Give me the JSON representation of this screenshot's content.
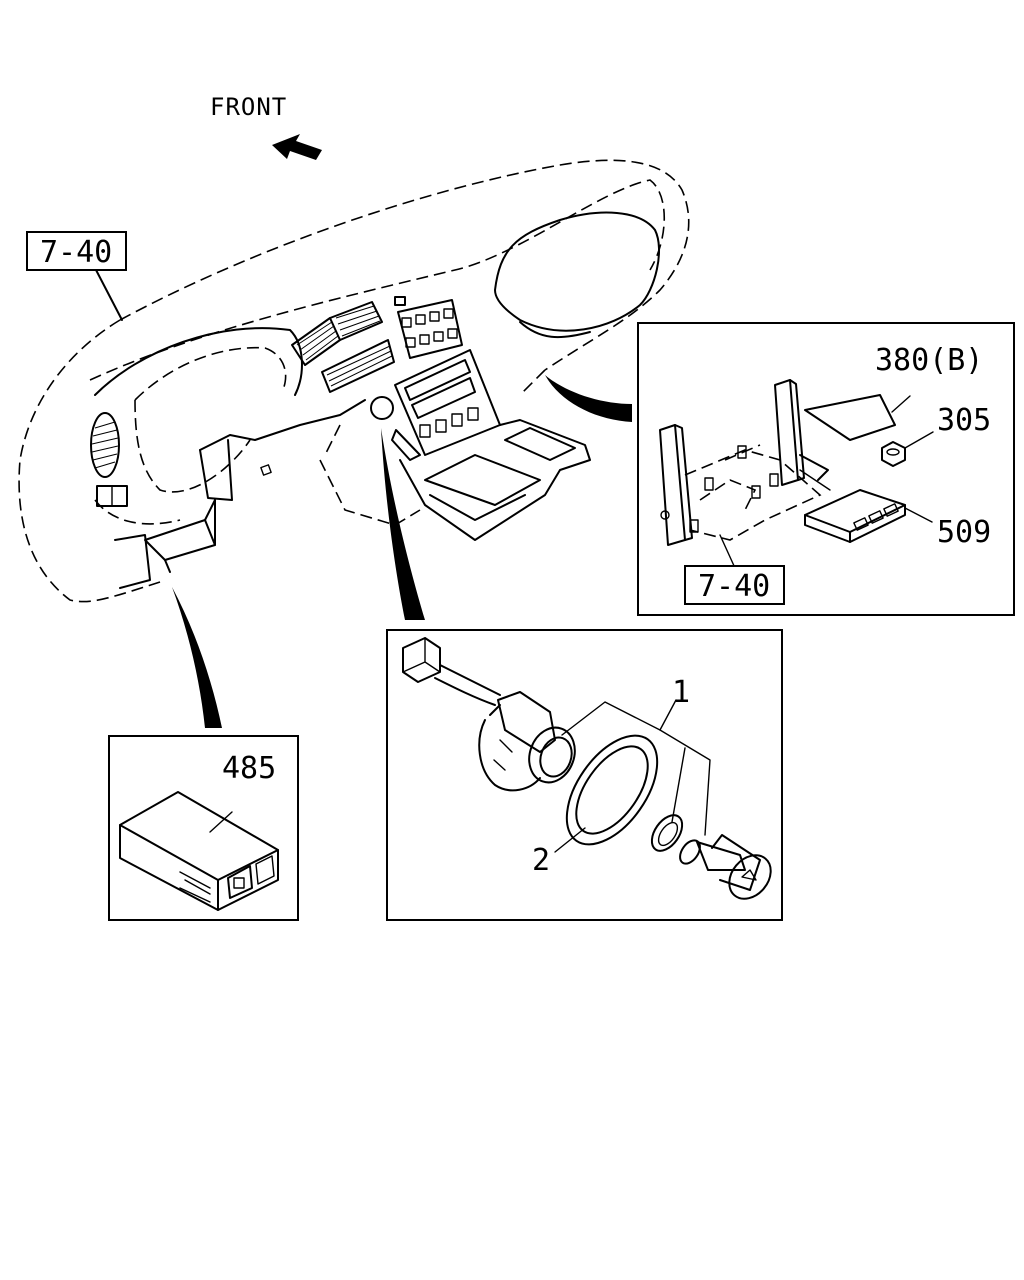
{
  "diagram": {
    "direction_label": "FRONT",
    "callouts": {
      "dashboard_ref": "7-40",
      "bracket_ref": "7-40",
      "label_part": "380(B)",
      "nut": "305",
      "control_unit": "509",
      "module": "485",
      "lighter_assembly": "1",
      "lighter_ring": "2"
    }
  }
}
